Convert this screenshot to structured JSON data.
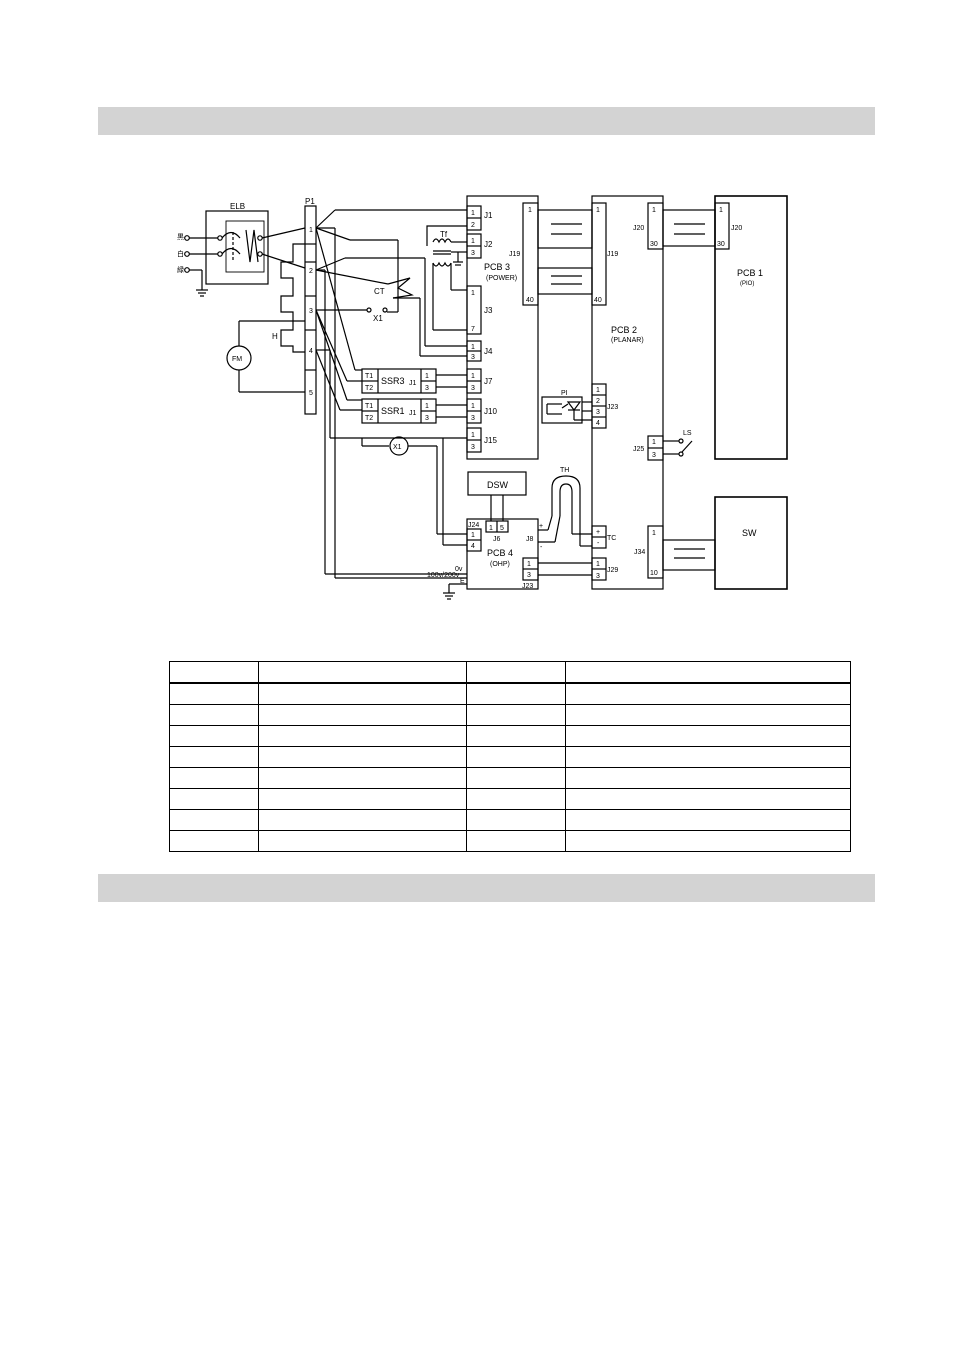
{
  "diagram": {
    "elb": {
      "label": "ELB",
      "terminals": [
        "黒",
        "白",
        "緑"
      ]
    },
    "p1": {
      "label": "P1",
      "pins": [
        "1",
        "2",
        "3",
        "4",
        "5"
      ]
    },
    "fan_motor": "FM",
    "heater": "H",
    "transformer": "Tf",
    "current_transformer": "CT",
    "relay_contact": "X1",
    "relay_coil": "X1",
    "ssr3": {
      "label": "SSR3",
      "t1": "T1",
      "t2": "T2",
      "jack": "J1",
      "pins": [
        "1",
        "3"
      ]
    },
    "ssr1": {
      "label": "SSR1",
      "t1": "T1",
      "t2": "T2",
      "jack": "J1",
      "pins": [
        "1",
        "3"
      ]
    },
    "pcb3": {
      "name": "PCB 3",
      "sub": "(POWER)",
      "j1": {
        "label": "J1",
        "pins": [
          "1",
          "2"
        ]
      },
      "j2": {
        "label": "J2",
        "pins": [
          "1",
          "3"
        ]
      },
      "j3": {
        "label": "J3",
        "pins": [
          "1",
          "7"
        ]
      },
      "j4": {
        "label": "J4",
        "pins": [
          "1",
          "3"
        ]
      },
      "j7": {
        "label": "J7",
        "pins": [
          "1",
          "3"
        ]
      },
      "j10": {
        "label": "J10",
        "pins": [
          "1",
          "3"
        ]
      },
      "j15": {
        "label": "J15",
        "pins": [
          "1",
          "3"
        ]
      },
      "j19": {
        "label": "J19",
        "pins": [
          "1",
          "40"
        ]
      }
    },
    "pcb2": {
      "name": "PCB 2",
      "sub": "(PLANAR)",
      "j19": {
        "label": "J19",
        "pins": [
          "1",
          "40"
        ]
      },
      "j20": {
        "label": "J20",
        "pins": [
          "1",
          "30"
        ]
      },
      "j23": {
        "label": "J23",
        "pins": [
          "1",
          "2",
          "3",
          "4"
        ]
      },
      "j25": {
        "label": "J25",
        "pins": [
          "1",
          "3"
        ]
      },
      "tc": {
        "label": "TC",
        "plus": "+",
        "minus": "-"
      },
      "j29": {
        "label": "J29",
        "pins": [
          "1",
          "3"
        ]
      },
      "j34": {
        "label": "J34",
        "pins": [
          "1",
          "10"
        ]
      }
    },
    "pcb1": {
      "name": "PCB 1",
      "sub": "(PIO)",
      "j20": {
        "label": "J20",
        "pins": [
          "1",
          "30"
        ]
      }
    },
    "pcb4": {
      "name": "PCB 4",
      "sub": "(OHP)",
      "j24": {
        "label": "J24",
        "pins": [
          "1",
          "4"
        ]
      },
      "j6": {
        "label": "J6",
        "pins": [
          "1",
          "5"
        ]
      },
      "j8": {
        "label": "J8",
        "plus": "+",
        "minus": "-"
      },
      "j23": {
        "label": "J23",
        "pins": [
          "1",
          "3"
        ]
      },
      "power_0v": "0v",
      "power_100_200": "100v/200v",
      "earth": "E"
    },
    "photo_interrupter": "PI",
    "thermocouple": "TH",
    "dip_switch": "DSW",
    "limit_switch": "LS",
    "switch_panel": "SW"
  },
  "legend_table": {
    "header": [
      "",
      "",
      "",
      ""
    ],
    "rows": [
      [
        "",
        "",
        "",
        ""
      ],
      [
        "",
        "",
        "",
        ""
      ],
      [
        "",
        "",
        "",
        ""
      ],
      [
        "",
        "",
        "",
        ""
      ],
      [
        "",
        "",
        "",
        ""
      ],
      [
        "",
        "",
        "",
        ""
      ],
      [
        "",
        "",
        "",
        ""
      ],
      [
        "",
        "",
        "",
        ""
      ]
    ]
  }
}
